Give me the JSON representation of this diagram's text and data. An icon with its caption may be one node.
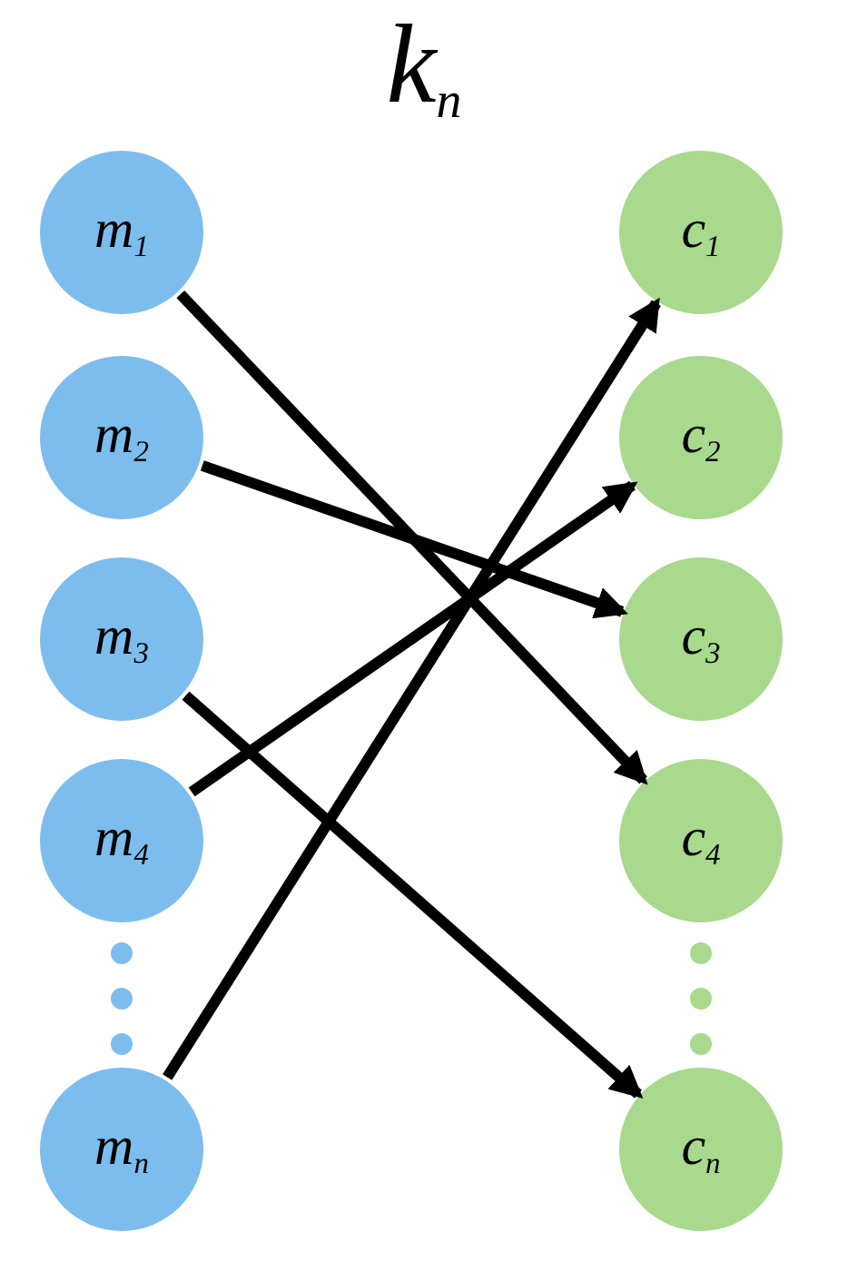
{
  "diagram": {
    "title": "k$_{n}$",
    "nodes": [
      {
        "text": [
          "m$_{1}$"
        ]
      },
      {
        "text": [
          "m$_{2}$"
        ]
      },
      {
        "text": [
          "m$_{3}$"
        ]
      },
      {
        "text": [
          "m$_{4}$"
        ]
      },
      {
        "text": [
          "m$_{n}$"
        ]
      },
      {
        "text": [
          "c$_{1}$"
        ]
      },
      {
        "text": [
          "c$_{2}$"
        ]
      },
      {
        "text": [
          "c$_{3}$"
        ]
      },
      {
        "text": [
          "c$_{4}$"
        ]
      },
      {
        "text": [
          "c$_{n}$"
        ]
      }
    ],
    "edges": [
      {
        "from": 0,
        "to": 8,
        "arrow": "to"
      },
      {
        "from": 1,
        "to": 7,
        "arrow": "to"
      },
      {
        "from": 2,
        "to": 9,
        "arrow": "to"
      },
      {
        "from": 3,
        "to": 6,
        "arrow": "to"
      },
      {
        "from": 4,
        "to": 5,
        "arrow": "to"
      }
    ]
  }
}
